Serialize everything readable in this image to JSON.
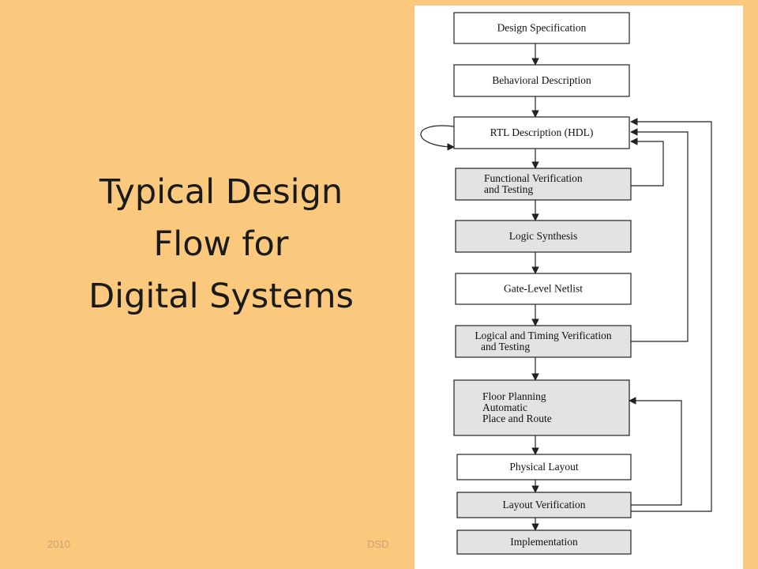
{
  "slide": {
    "title_lines": [
      "Typical Design",
      "Flow for",
      "Digital Systems"
    ],
    "footer_left": "2010",
    "footer_center": "DSD"
  },
  "diagram": {
    "steps": [
      {
        "lines": [
          "Design Specification"
        ],
        "shaded": false
      },
      {
        "lines": [
          "Behavioral Description"
        ],
        "shaded": false
      },
      {
        "lines": [
          "RTL Description (HDL)"
        ],
        "shaded": false
      },
      {
        "lines": [
          "Functional Verification",
          "and Testing"
        ],
        "shaded": true
      },
      {
        "lines": [
          "Logic Synthesis"
        ],
        "shaded": true
      },
      {
        "lines": [
          "Gate-Level Netlist"
        ],
        "shaded": false
      },
      {
        "lines": [
          "Logical and Timing Verification",
          "and Testing"
        ],
        "shaded": true
      },
      {
        "lines": [
          "Floor Planning",
          "Automatic",
          "Place and Route"
        ],
        "shaded": true
      },
      {
        "lines": [
          "Physical Layout"
        ],
        "shaded": false
      },
      {
        "lines": [
          "Layout Verification"
        ],
        "shaded": true
      },
      {
        "lines": [
          "Implementation"
        ],
        "shaded": true
      }
    ],
    "colors": {
      "slide_background": "#fbc97d",
      "box_fill": "#ffffff",
      "shaded_box_fill": "#e3e3e3",
      "stroke": "#222222"
    }
  }
}
